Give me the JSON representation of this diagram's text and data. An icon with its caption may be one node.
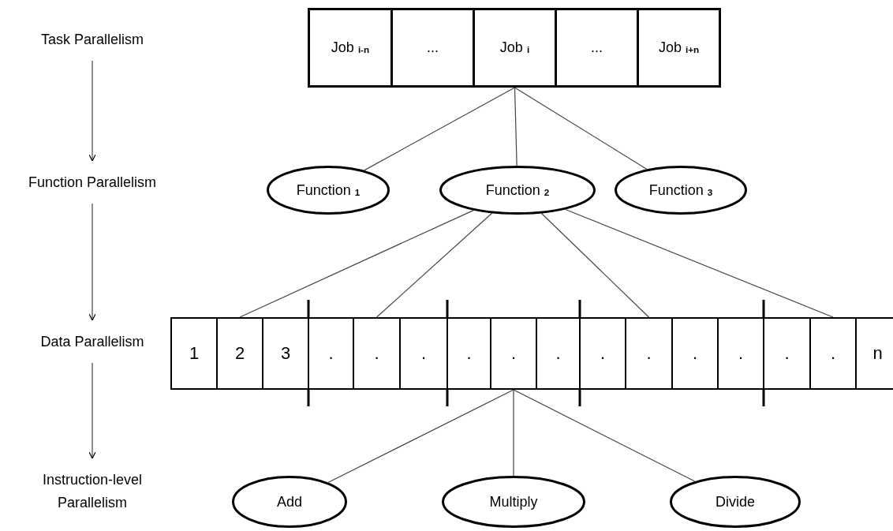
{
  "diagram": {
    "nodes": [
      {
        "text": [
          "Task Parallelism"
        ]
      },
      {
        "text": [
          "Function Parallelism"
        ]
      },
      {
        "text": [
          "Data Parallelism"
        ]
      },
      {
        "text": [
          "Instruction-level Parallelism"
        ]
      },
      {
        "text": [
          "Job $_{i-n}$"
        ]
      },
      {
        "text": [
          "..."
        ]
      },
      {
        "text": [
          "Job $_{i}$"
        ]
      },
      {
        "text": [
          "..."
        ]
      },
      {
        "text": [
          "Job $_{i+n}$"
        ]
      },
      {
        "text": [
          "Function $_{1}$"
        ]
      },
      {
        "text": [
          "Function $_{2}$"
        ]
      },
      {
        "text": [
          "Function $_{3}$"
        ]
      },
      {
        "text": [
          "1"
        ]
      },
      {
        "text": [
          "2"
        ]
      },
      {
        "text": [
          "3"
        ]
      },
      {
        "text": [
          "."
        ]
      },
      {
        "text": [
          "."
        ]
      },
      {
        "text": [
          "."
        ]
      },
      {
        "text": [
          "."
        ]
      },
      {
        "text": [
          "."
        ]
      },
      {
        "text": [
          "."
        ]
      },
      {
        "text": [
          "."
        ]
      },
      {
        "text": [
          "."
        ]
      },
      {
        "text": [
          "."
        ]
      },
      {
        "text": [
          "."
        ]
      },
      {
        "text": [
          "."
        ]
      },
      {
        "text": [
          "."
        ]
      },
      {
        "text": [
          "n"
        ]
      },
      {
        "text": [
          "Add"
        ]
      },
      {
        "text": [
          "Multiply"
        ]
      },
      {
        "text": [
          "Divide"
        ]
      }
    ],
    "edges": [
      {
        "from": 0,
        "to": 1,
        "arrow": "to"
      },
      {
        "from": 1,
        "to": 2,
        "arrow": "to"
      },
      {
        "from": 2,
        "to": 3,
        "arrow": "to"
      },
      {
        "from": 6,
        "to": 9,
        "arrow": "none"
      },
      {
        "from": 6,
        "to": 10,
        "arrow": "none"
      },
      {
        "from": 6,
        "to": 11,
        "arrow": "none"
      },
      {
        "from": 10,
        "to": 13,
        "arrow": "none"
      },
      {
        "from": 10,
        "to": 16,
        "arrow": "none"
      },
      {
        "from": 10,
        "to": 22,
        "arrow": "none"
      },
      {
        "from": 10,
        "to": 26,
        "arrow": "none"
      },
      {
        "from": 19,
        "to": 28,
        "arrow": "none"
      },
      {
        "from": 19,
        "to": 29,
        "arrow": "none"
      },
      {
        "from": 19,
        "to": 30,
        "arrow": "none"
      }
    ]
  }
}
